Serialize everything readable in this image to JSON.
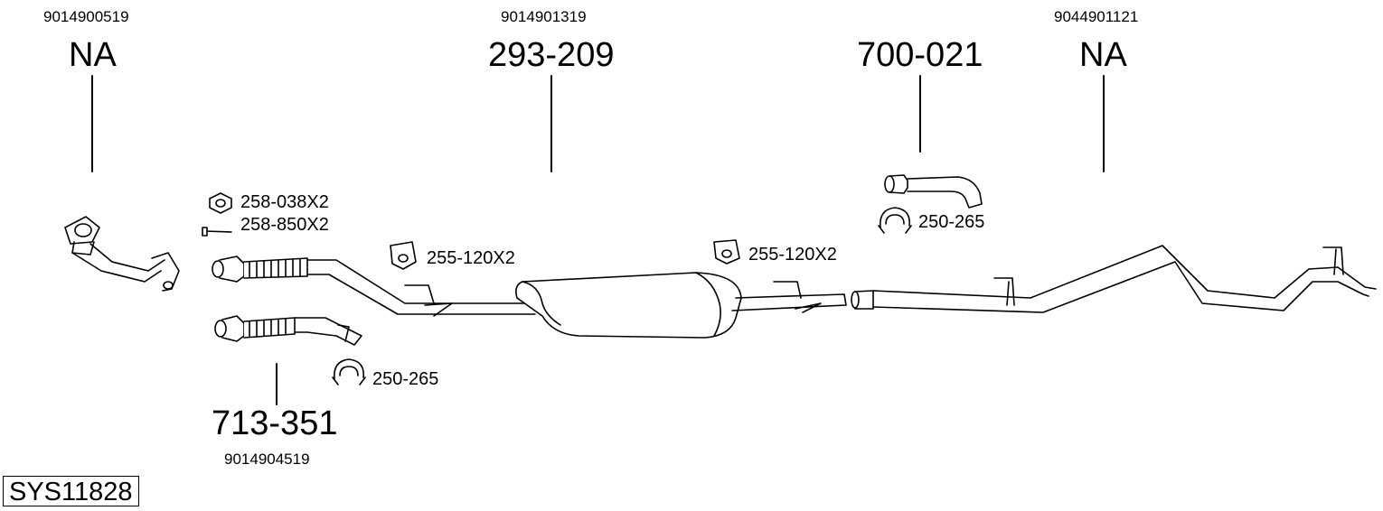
{
  "system_id": "SYS11828",
  "parts": [
    {
      "oem": "9014900519",
      "number": "NA"
    },
    {
      "oem": "9014901319",
      "number": "293-209"
    },
    {
      "oem": "",
      "number": "700-021"
    },
    {
      "oem": "9044901121",
      "number": "NA"
    },
    {
      "oem": "9014904519",
      "number": "713-351"
    }
  ],
  "accessories": [
    {
      "label": "258-038X2",
      "icon": "nut-icon"
    },
    {
      "label": "258-850X2",
      "icon": "bolt-icon"
    },
    {
      "label": "255-120X2",
      "icon": "rubber-mount-icon"
    },
    {
      "label": "255-120X2",
      "icon": "rubber-mount-icon"
    },
    {
      "label": "250-265",
      "icon": "clamp-icon"
    },
    {
      "label": "250-265",
      "icon": "clamp-icon"
    }
  ]
}
